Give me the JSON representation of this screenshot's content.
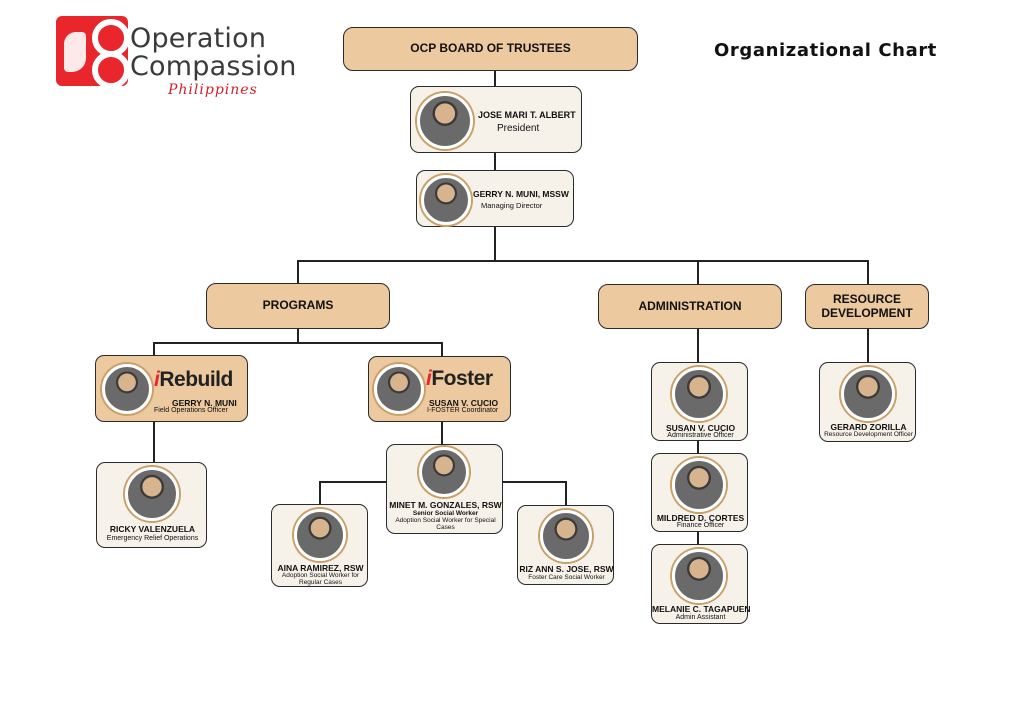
{
  "logo": {
    "line1": "Operation",
    "line2": "Compassion",
    "tagline": "Philippines"
  },
  "title": "Organizational Chart",
  "board": {
    "label": "OCP BOARD OF TRUSTEES"
  },
  "president": {
    "name": "JOSE MARI T. ALBERT",
    "role": "President"
  },
  "director": {
    "name": "GERRY N. MUNI, MSSW",
    "role": "Managing Director"
  },
  "departments": {
    "programs": "PROGRAMS",
    "administration": "ADMINISTRATION",
    "resource": "RESOURCE DEVELOPMENT"
  },
  "rebuild": {
    "brand_i": "i",
    "brand_text": "Rebuild",
    "name": "GERRY N. MUNI",
    "role": "Field Operations Officer"
  },
  "ifoster": {
    "brand_i": "i",
    "brand_text": "Foster",
    "name": "SUSAN V. CUCIO",
    "role": "I-FOSTER Coordinator"
  },
  "ricky": {
    "name": "RICKY VALENZUELA",
    "role": "Emergency Relief Operations"
  },
  "minet": {
    "name": "MINET M. GONZALES, RSW",
    "title": "Senior Social Worker",
    "role": "Adoption Social Worker for Special Cases"
  },
  "aina": {
    "name": "AINA RAMIREZ, RSW",
    "role": "Adoption Social Worker for Regular Cases"
  },
  "riz": {
    "name": "RIZ ANN S. JOSE, RSW",
    "role": "Foster Care Social Worker"
  },
  "susan_admin": {
    "name": "SUSAN V. CUCIO",
    "role": "Administrative Officer"
  },
  "mildred": {
    "name": "MILDRED D. CORTES",
    "role": "Finance Officer"
  },
  "melanie": {
    "name": "MELANIE C. TAGAPUEN",
    "role": "Admin Assistant"
  },
  "gerard": {
    "name": "GERARD ZORILLA",
    "role": "Resource Development Officer"
  }
}
